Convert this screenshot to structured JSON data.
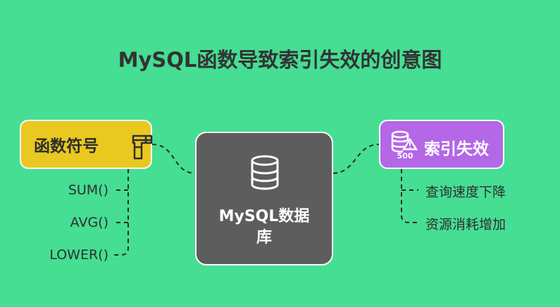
{
  "title": "MySQL函数导致索引失效的创意图",
  "nodes": {
    "functions": {
      "label": "函数符号",
      "icon": "pipe-fitting-icon"
    },
    "database": {
      "label_line1": "MySQL数据",
      "label_line2": "库",
      "icon": "database-icon"
    },
    "index_invalid": {
      "label": "索引失效",
      "icon": "database-warning-500-icon",
      "icon_text": "500"
    }
  },
  "function_examples": [
    "SUM()",
    "AVG()",
    "LOWER()"
  ],
  "effects": [
    "查询速度下降",
    "资源消耗增加"
  ],
  "colors": {
    "background": "#45de93",
    "functions_box": "#e9c81f",
    "database_box": "#5d5d5d",
    "index_box": "#b467e6"
  }
}
